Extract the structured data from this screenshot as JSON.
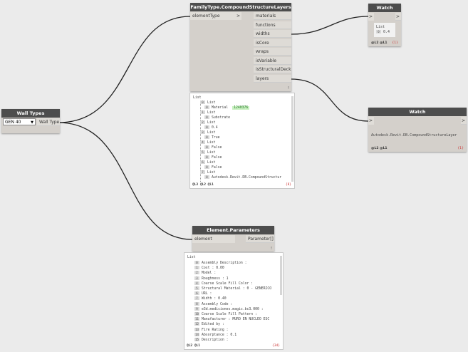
{
  "wall_types": {
    "title": "Wall Types",
    "selected": "GEN 40",
    "output": "Wall Type"
  },
  "family_type": {
    "title": "FamilyType.CompoundStructureLayers",
    "input": "elementType",
    "outputs": [
      "materials",
      "functions",
      "widths",
      "isCore",
      "wraps",
      "isVariable",
      "isStructuralDeck",
      "layers"
    ],
    "footer": "!",
    "preview": {
      "root": "List",
      "rows": [
        {
          "k": "0",
          "t": "List"
        },
        {
          "k": "0",
          "t": "Material",
          "v": "1240376"
        },
        {
          "k": "1",
          "t": "List"
        },
        {
          "k": "0",
          "t": "Substrate"
        },
        {
          "k": "2",
          "t": "List"
        },
        {
          "k": "0",
          "t": "0.4"
        },
        {
          "k": "3",
          "t": "List"
        },
        {
          "k": "0",
          "t": "True"
        },
        {
          "k": "4",
          "t": "List"
        },
        {
          "k": "0",
          "t": "False"
        },
        {
          "k": "5",
          "t": "List"
        },
        {
          "k": "0",
          "t": "False"
        },
        {
          "k": "6",
          "t": "List"
        },
        {
          "k": "0",
          "t": "False"
        },
        {
          "k": "7",
          "t": "List"
        },
        {
          "k": "0",
          "t": "Autodesk.Revit.DB.CompoundStructur"
        }
      ],
      "levels": "@L3 @L2 @L1",
      "count": "{8}"
    }
  },
  "watch1": {
    "title": "Watch",
    "in": ">",
    "out": ">",
    "list": "List",
    "idx": "0",
    "val": "0.4",
    "levels": "@L2 @L1",
    "count": "{1}"
  },
  "watch2": {
    "title": "Watch",
    "in": ">",
    "out": ">",
    "val": "Autodesk.Revit.DB.CompoundStructureLayer",
    "levels": "@L2 @L1",
    "count": "{1}"
  },
  "element_params": {
    "title": "Element.Parameters",
    "input": "element",
    "output": "Parameter[]",
    "footer": "!",
    "preview": {
      "root": "List",
      "rows": [
        {
          "k": "0",
          "t": "Assembly Description :"
        },
        {
          "k": "1",
          "t": "Cost : 0.00"
        },
        {
          "k": "2",
          "t": "Model :"
        },
        {
          "k": "3",
          "t": "Roughness : 1"
        },
        {
          "k": "4",
          "t": "Coarse Scale Fill Color :"
        },
        {
          "k": "5",
          "t": "Structural Material : 0 - GENERICO"
        },
        {
          "k": "6",
          "t": "URL :"
        },
        {
          "k": "7",
          "t": "Width : 0.40"
        },
        {
          "k": "8",
          "t": "Assembly Code :"
        },
        {
          "k": "9",
          "t": "e3d.mediciones.magic.bc3.000 :"
        },
        {
          "k": "10",
          "t": "Coarse Scale Fill Pattern :"
        },
        {
          "k": "11",
          "t": "Manufacturer : MURO EN NUCLEO ESC"
        },
        {
          "k": "12",
          "t": "Edited by :"
        },
        {
          "k": "13",
          "t": "Fire Rating :"
        },
        {
          "k": "14",
          "t": "Absorptance : 0.1"
        },
        {
          "k": "15",
          "t": "Description :"
        }
      ],
      "levels": "@L2 @L1",
      "count": "{34}"
    }
  }
}
